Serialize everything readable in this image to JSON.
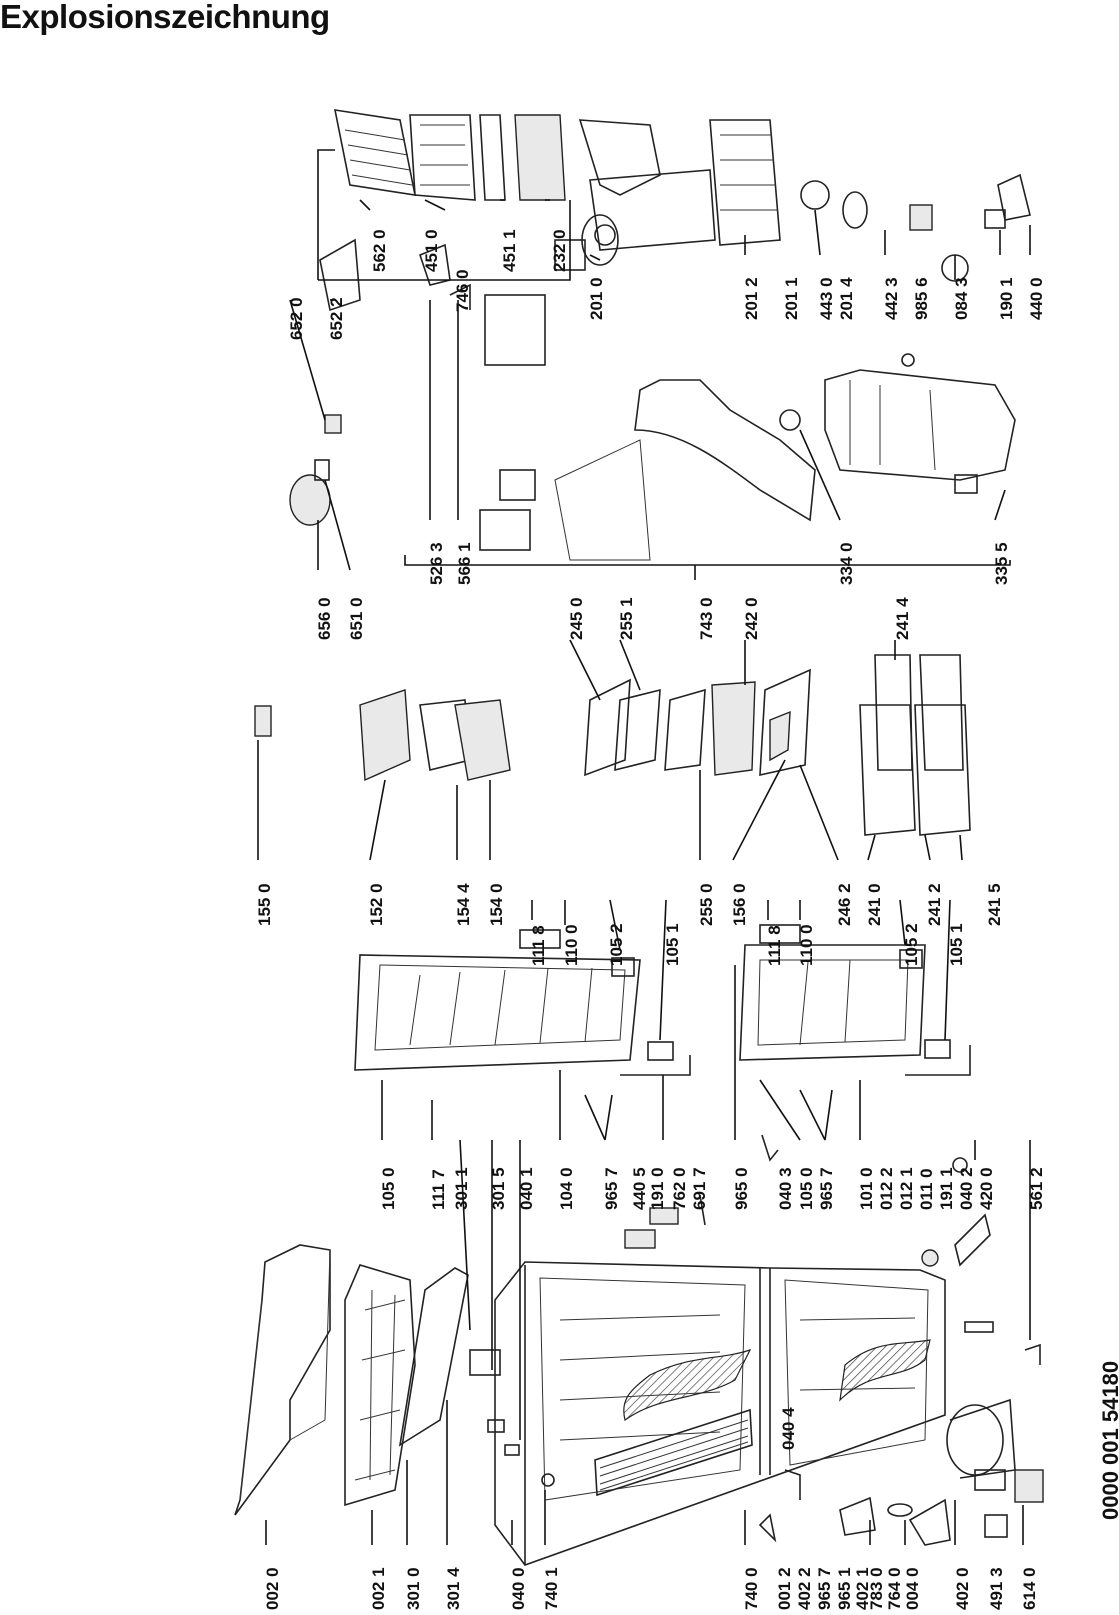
{
  "title": "Explosionszeichnung",
  "doc_number": "0000 001 54180",
  "labels": [
    "002 0",
    "002 1",
    "301 0",
    "301 4",
    "040 0",
    "740 1",
    "740 0",
    "001 2",
    "402 2",
    "965 7",
    "965 1",
    "402 1",
    "783 0",
    "764 0",
    "004 0",
    "402 0",
    "491 3",
    "614 0",
    "105 0",
    "111 7",
    "301 1",
    "301 5",
    "040 1",
    "104 0",
    "965 7",
    "440 5",
    "191 0",
    "762 0",
    "691 7",
    "965 0",
    "040 3",
    "105 0",
    "965 7",
    "101 0",
    "012 2",
    "012 1",
    "011 0",
    "191 1",
    "040 2",
    "420 0",
    "561 2",
    "040 4",
    "111 8",
    "110 0",
    "105 2",
    "105 1",
    "111 8",
    "110 0",
    "105 2",
    "105 1",
    "155 0",
    "152 0",
    "154 4",
    "154 0",
    "255 0",
    "156 0",
    "246 2",
    "241 0",
    "241 2",
    "241 5",
    "245 0",
    "255 1",
    "743 0",
    "242 0",
    "241 4",
    "656 0",
    "651 0",
    "526 3",
    "566 1",
    "334 0",
    "335 5",
    "652 0",
    "652 2",
    "746 0",
    "562 0",
    "451 0",
    "451 1",
    "232 0",
    "201 0",
    "201 2",
    "201 1",
    "443 0",
    "201 4",
    "442 3",
    "985 6",
    "084 3",
    "190 1",
    "440 0"
  ]
}
